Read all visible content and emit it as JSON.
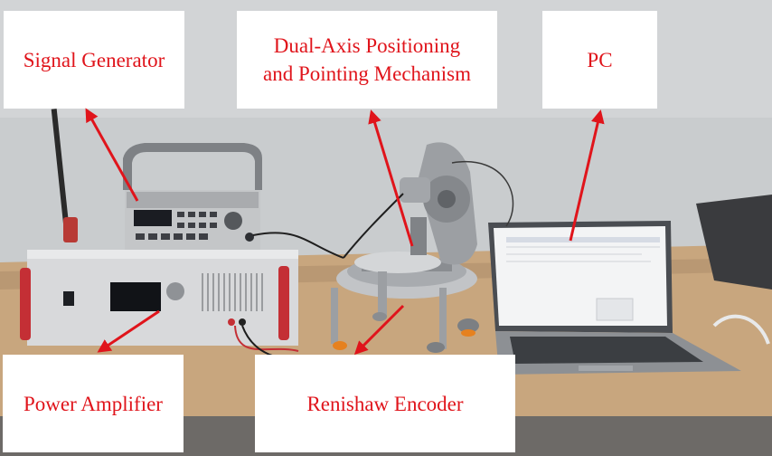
{
  "labels": {
    "signal_generator": "Signal Generator",
    "dual_axis_line1": "Dual-Axis Positioning",
    "dual_axis_line2": "and Pointing Mechanism",
    "pc": "PC",
    "power_amplifier": "Power Amplifier",
    "renishaw_encoder": "Renishaw Encoder"
  },
  "colors": {
    "label_text": "#e0141b",
    "arrow": "#e0141b",
    "label_background": "#ffffff"
  },
  "icons": [
    "arrow-icon"
  ]
}
